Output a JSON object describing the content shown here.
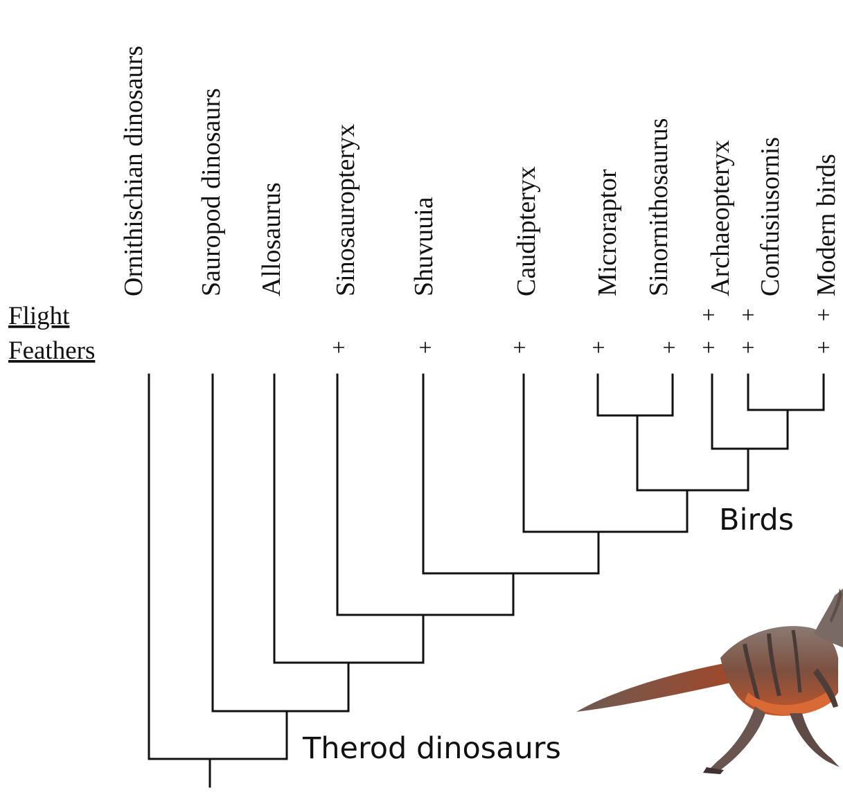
{
  "taxa": [
    "Ornithischian dinosaurs",
    "Sauropod dinosaurs",
    "Allosaurus",
    "Sinosauropteryx",
    "Shuvuuia",
    "Caudipteryx",
    "Microraptor",
    "Sinornithosaurus",
    "Archaeopteryx",
    "Confusiusornis",
    "Modern birds"
  ],
  "traits": {
    "flight": {
      "label": "Flight",
      "present": [
        false,
        false,
        false,
        false,
        false,
        false,
        false,
        false,
        true,
        true,
        true
      ]
    },
    "feathers": {
      "label": "Feathers",
      "present": [
        false,
        false,
        false,
        true,
        true,
        true,
        true,
        true,
        true,
        true,
        true
      ]
    }
  },
  "plus_symbol": "+",
  "groups": {
    "birds": "Birds",
    "theropods": "Therod dinosaurs"
  },
  "illustration": "feathered-dinosaur"
}
